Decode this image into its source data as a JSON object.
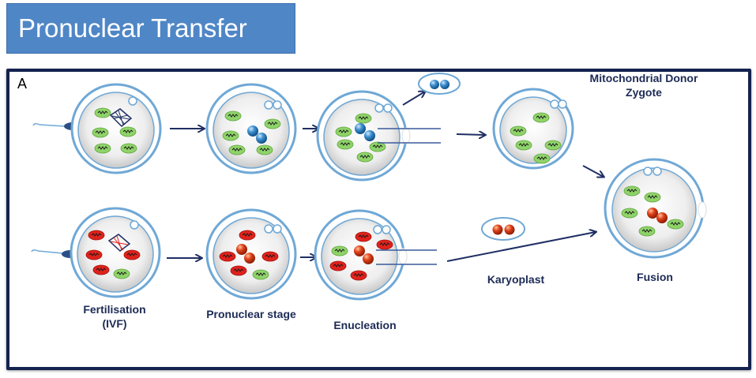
{
  "slide": {
    "title": "Pronuclear Transfer",
    "panel_letter": "A"
  },
  "labels": {
    "mito_donor": "Mitochondrial Donor",
    "zygote": "Zygote",
    "fertilisation": "Fertilisation",
    "ivf": "(IVF)",
    "pronuclear_stage": "Pronuclear stage",
    "enucleation": "Enucleation",
    "karyoplast": "Karyoplast",
    "fusion": "Fusion"
  },
  "colors": {
    "title_bg": "#4f86c6",
    "frame": "#14224f",
    "arrow": "#1f2f63",
    "cell_outline": "#6fa8d6",
    "mito_green": "#8fd36a",
    "mito_red": "#e0221c",
    "pronucleus_blue": "#3d8fcf",
    "pronucleus_orange": "#e0401a"
  }
}
